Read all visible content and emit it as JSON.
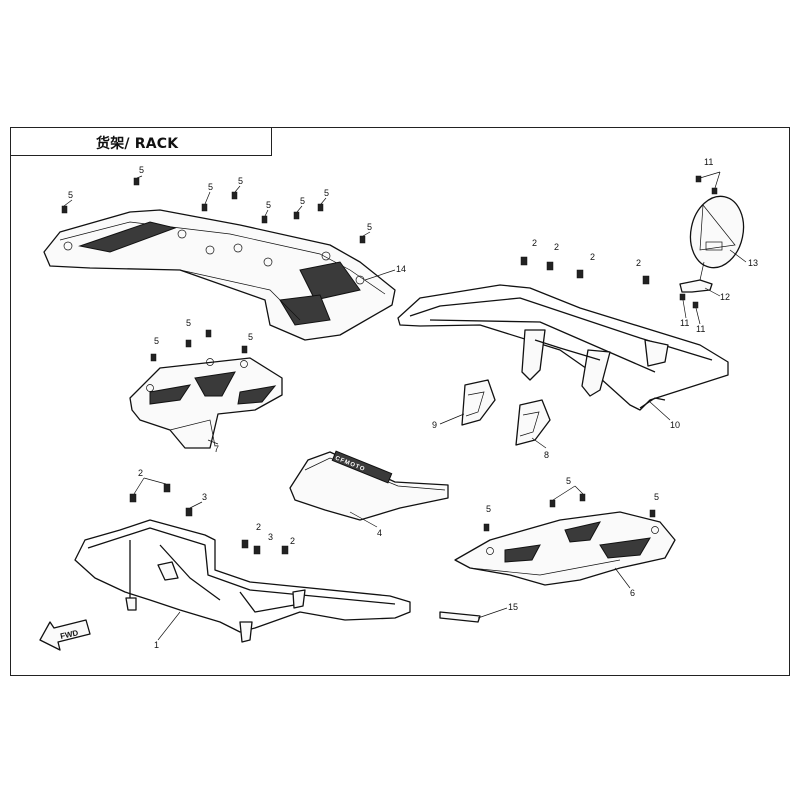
{
  "title": "货架/ RACK",
  "callouts": [
    "1",
    "2",
    "3",
    "4",
    "5",
    "6",
    "7",
    "8",
    "9",
    "10",
    "11",
    "12",
    "13",
    "14",
    "15"
  ],
  "fwd_label": "FWD",
  "part_markings": [
    "CFMOTO"
  ]
}
